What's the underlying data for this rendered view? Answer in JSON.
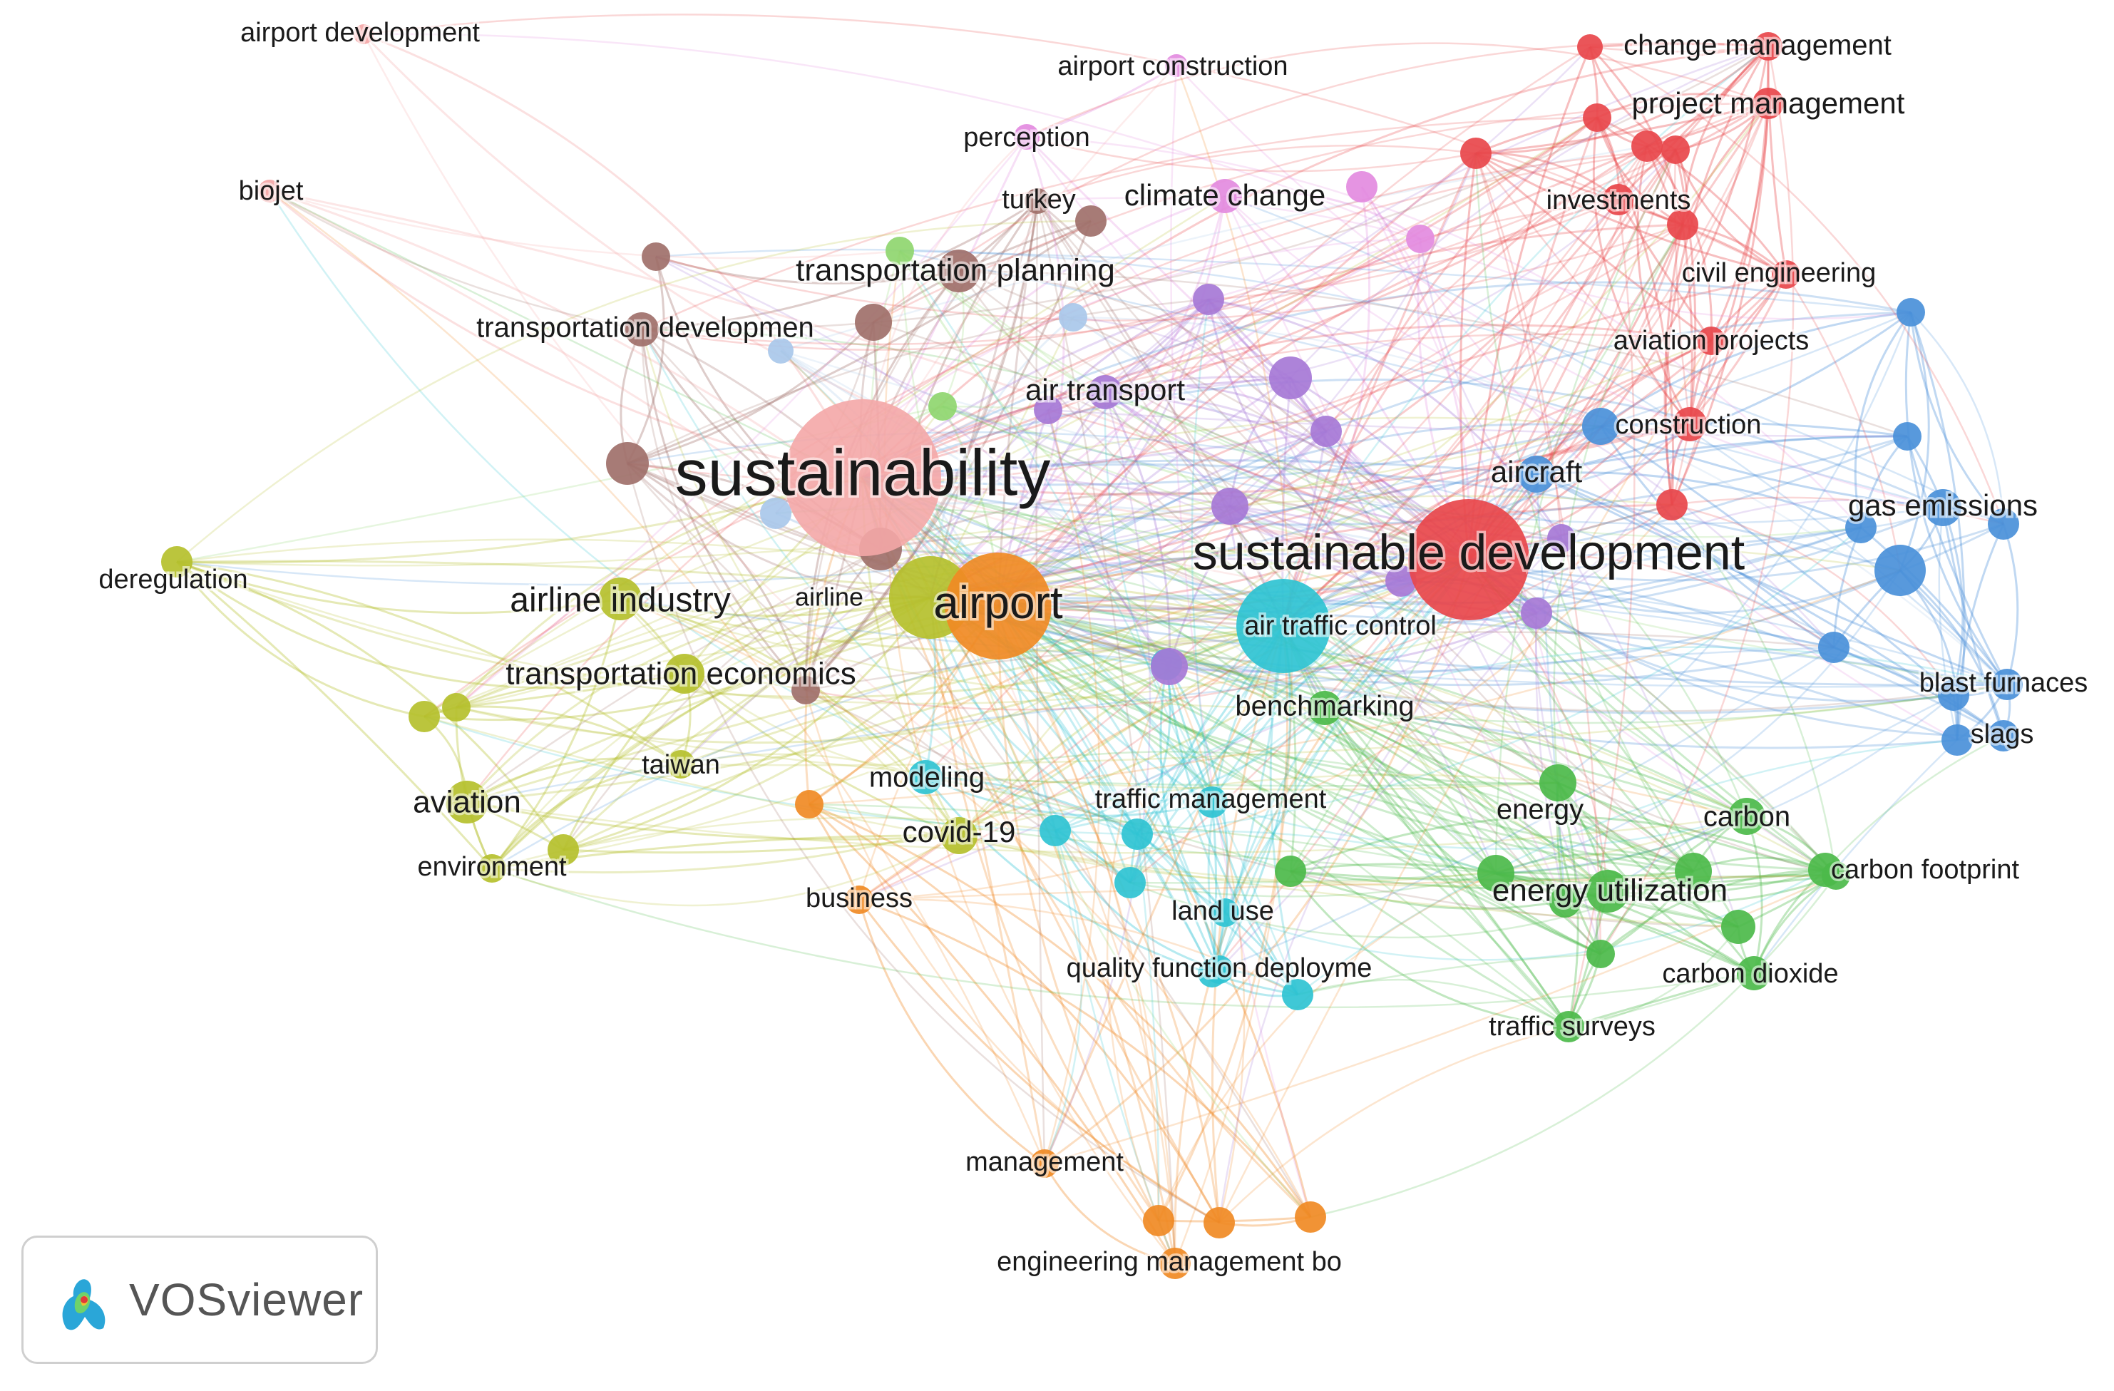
{
  "diagram": {
    "type": "co-occurrence-network",
    "colors": {
      "red": "#e8474b",
      "pink": "#f4a7a7",
      "brown": "#a0706a",
      "yellow": "#b5c02c",
      "orange": "#f08a24",
      "cyan": "#2fc3d3",
      "green": "#4cba4a",
      "blue": "#4a90d9",
      "purple": "#a678d6",
      "magenta": "#e38be0",
      "lightgreen": "#8fd66f",
      "lightblue": "#a9c8ea"
    },
    "nodes": [
      {
        "id": "sustainability",
        "label": "sustainability",
        "cluster": "pink",
        "weight": 10
      },
      {
        "id": "sustainable-development",
        "label": "sustainable development",
        "cluster": "red",
        "weight": 8
      },
      {
        "id": "airport",
        "label": "airport",
        "cluster": "orange",
        "weight": 6
      },
      {
        "id": "airline-industry",
        "label": "airline industry",
        "cluster": "yellow",
        "weight": 4
      },
      {
        "id": "airline",
        "label": "airline",
        "cluster": "yellow",
        "weight": 6
      },
      {
        "id": "air-traffic-control",
        "label": "air traffic control",
        "cluster": "cyan",
        "weight": 6
      },
      {
        "id": "transportation-economics",
        "label": "transportation economics",
        "cluster": "yellow",
        "weight": 3
      },
      {
        "id": "deregulation",
        "label": "deregulation",
        "cluster": "yellow",
        "weight": 2
      },
      {
        "id": "aviation",
        "label": "aviation",
        "cluster": "yellow",
        "weight": 3
      },
      {
        "id": "environment",
        "label": "environment",
        "cluster": "yellow",
        "weight": 2
      },
      {
        "id": "taiwan",
        "label": "taiwan",
        "cluster": "yellow",
        "weight": 2
      },
      {
        "id": "covid-19",
        "label": "covid-19",
        "cluster": "yellow",
        "weight": 2
      },
      {
        "id": "airport-development",
        "label": "airport development",
        "cluster": "pink",
        "weight": 1
      },
      {
        "id": "biojet",
        "label": "biojet",
        "cluster": "pink",
        "weight": 1
      },
      {
        "id": "transportation-planning",
        "label": "transportation planning",
        "cluster": "brown",
        "weight": 3
      },
      {
        "id": "transportation-developmen",
        "label": "transportation developmen",
        "cluster": "brown",
        "weight": 2
      },
      {
        "id": "turkey",
        "label": "turkey",
        "cluster": "brown",
        "weight": 2
      },
      {
        "id": "perception",
        "label": "perception",
        "cluster": "magenta",
        "weight": 2
      },
      {
        "id": "airport-construction",
        "label": "airport construction",
        "cluster": "magenta",
        "weight": 1
      },
      {
        "id": "climate-change",
        "label": "climate change",
        "cluster": "magenta",
        "weight": 2
      },
      {
        "id": "air-transport",
        "label": "air transport",
        "cluster": "purple",
        "weight": 3
      },
      {
        "id": "change-management",
        "label": "change management",
        "cluster": "red",
        "weight": 2
      },
      {
        "id": "project-management",
        "label": "project management",
        "cluster": "red",
        "weight": 2
      },
      {
        "id": "investments",
        "label": "investments",
        "cluster": "red",
        "weight": 2
      },
      {
        "id": "civil-engineering",
        "label": "civil engineering",
        "cluster": "red",
        "weight": 2
      },
      {
        "id": "aviation-projects",
        "label": "aviation projects",
        "cluster": "red",
        "weight": 2
      },
      {
        "id": "construction",
        "label": "construction",
        "cluster": "red",
        "weight": 2
      },
      {
        "id": "aircraft",
        "label": "aircraft",
        "cluster": "blue",
        "weight": 3
      },
      {
        "id": "gas-emissions",
        "label": "gas emissions",
        "cluster": "blue",
        "weight": 3
      },
      {
        "id": "blast-furnaces",
        "label": "blast furnaces",
        "cluster": "blue",
        "weight": 2
      },
      {
        "id": "slags",
        "label": "slags",
        "cluster": "blue",
        "weight": 2
      },
      {
        "id": "benchmarking",
        "label": "benchmarking",
        "cluster": "green",
        "weight": 2
      },
      {
        "id": "energy",
        "label": "energy",
        "cluster": "green",
        "weight": 2
      },
      {
        "id": "carbon",
        "label": "carbon",
        "cluster": "green",
        "weight": 2
      },
      {
        "id": "carbon-footprint",
        "label": "carbon footprint",
        "cluster": "green",
        "weight": 2
      },
      {
        "id": "energy-utilization",
        "label": "energy utilization",
        "cluster": "green",
        "weight": 3
      },
      {
        "id": "carbon-dioxide",
        "label": "carbon dioxide",
        "cluster": "green",
        "weight": 2
      },
      {
        "id": "traffic-surveys",
        "label": "traffic surveys",
        "cluster": "green",
        "weight": 2
      },
      {
        "id": "modeling",
        "label": "modeling",
        "cluster": "cyan",
        "weight": 2
      },
      {
        "id": "traffic-management",
        "label": "traffic management",
        "cluster": "cyan",
        "weight": 2
      },
      {
        "id": "land-use",
        "label": "land use",
        "cluster": "cyan",
        "weight": 2
      },
      {
        "id": "quality-function-deployme",
        "label": "quality function deployme",
        "cluster": "cyan",
        "weight": 2
      },
      {
        "id": "business",
        "label": "business",
        "cluster": "orange",
        "weight": 2
      },
      {
        "id": "management",
        "label": "management",
        "cluster": "orange",
        "weight": 2
      },
      {
        "id": "engineering-management-bo",
        "label": "engineering management bo",
        "cluster": "orange",
        "weight": 2
      }
    ]
  },
  "logo": {
    "text": "VOSviewer",
    "icon": "vosviewer-logo-icon"
  }
}
